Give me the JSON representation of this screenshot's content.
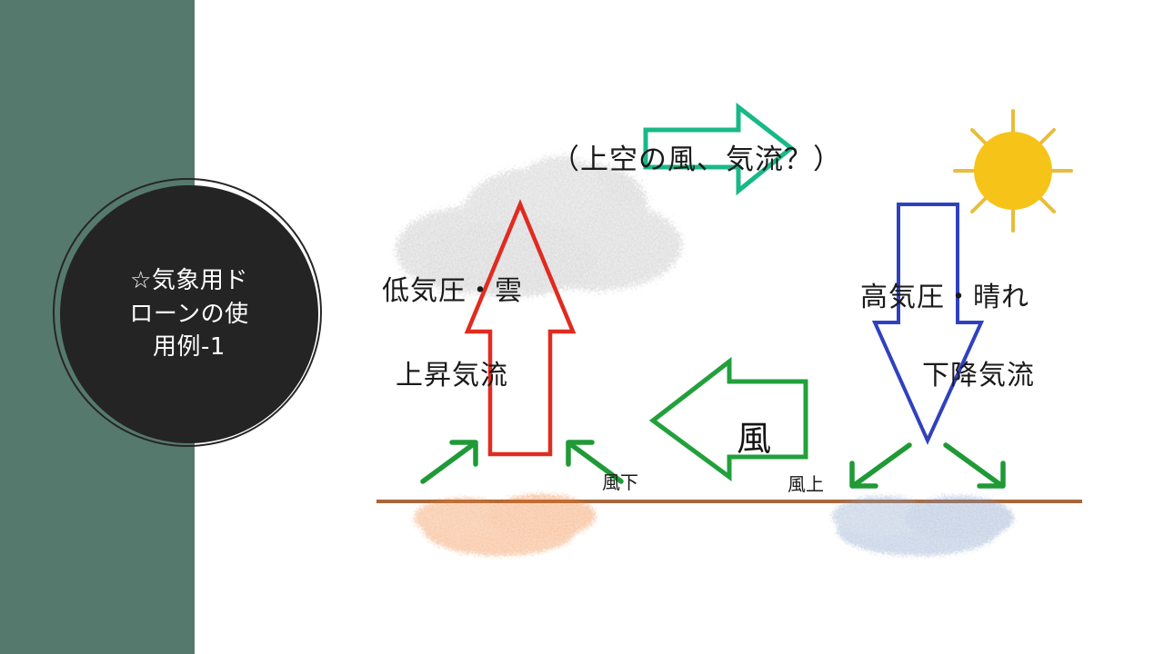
{
  "slide": {
    "background_color": "#ffffff",
    "band_color": "#56796e"
  },
  "title": {
    "circle_fill": "#242424",
    "ring_color": "#262626",
    "text_color": "#ffffff",
    "text": "☆気象用ド\nローンの使\n用例-1"
  },
  "diagram": {
    "labels": {
      "upper_wind": "（上空の風、気流？）",
      "low_pressure_cloud": "低気圧・雲",
      "updraft": "上昇気流",
      "high_pressure_clear": "高気圧・晴れ",
      "downdraft": "下降気流",
      "wind": "風",
      "leeward": "風下",
      "windward": "風上"
    },
    "colors": {
      "cloud": "#b3b3b3",
      "updraft_arrow": "#e02b20",
      "downdraft_arrow": "#2f41bf",
      "upper_wind_arrow": "#19b887",
      "wind_arrow": "#22a03c",
      "small_arrow": "#1f9a36",
      "sun": "#f6c318",
      "sun_ray": "#e8bb3a",
      "ground_line": "#a8663a",
      "warm_ground": "#ef7f32",
      "cool_ground": "#7e9ac4"
    }
  }
}
